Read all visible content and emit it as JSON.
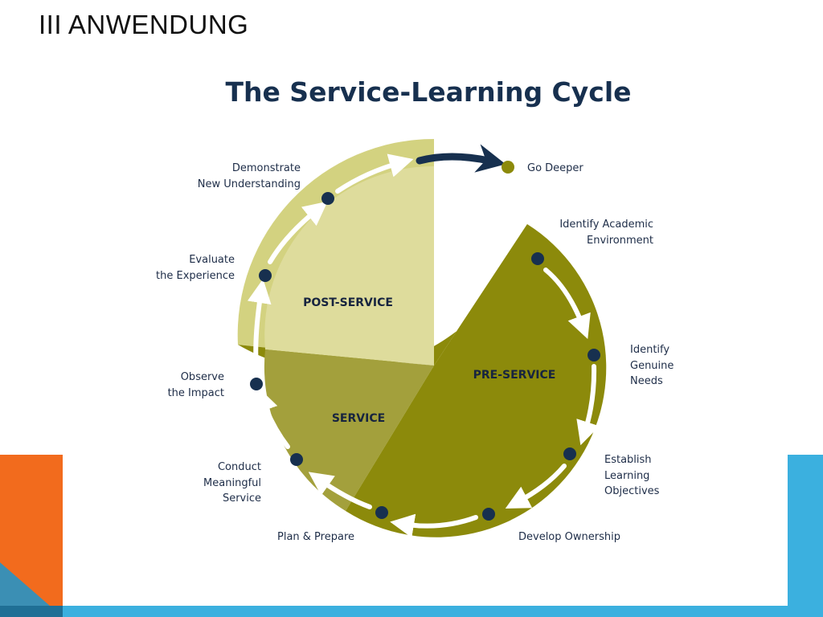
{
  "slide": {
    "title": "III ANWENDUNG"
  },
  "diagram": {
    "title": "The Service-Learning Cycle",
    "segments": {
      "pre_service": "PRE-SERVICE",
      "service": "SERVICE",
      "post_service": "POST-SERVICE"
    },
    "steps": {
      "identify_academic": [
        "Identify Academic",
        "Environment"
      ],
      "identify_needs": [
        "Identify",
        "Genuine",
        "Needs"
      ],
      "establish_objectives": [
        "Establish",
        "Learning",
        "Objectives"
      ],
      "develop_ownership": [
        "Develop Ownership"
      ],
      "plan_prepare": [
        "Plan & Prepare"
      ],
      "conduct_service": [
        "Conduct",
        "Meaningful",
        "Service"
      ],
      "observe_impact": [
        "Observe",
        "the Impact"
      ],
      "evaluate_experience": [
        "Evaluate",
        "the Experience"
      ],
      "demonstrate_understanding": [
        "Demonstrate",
        "New Understanding"
      ],
      "go_deeper": [
        "Go Deeper"
      ]
    },
    "colors": {
      "pre_service": "#8c8a0b",
      "service": "#a3a03c",
      "post_service": "#dedc9c",
      "ring_pre": "#8c8a0b",
      "ring_post": "#d3d280",
      "dot": "#17304f",
      "go_deeper_dot": "#8c8a0b",
      "text": "#1e2d48"
    }
  }
}
